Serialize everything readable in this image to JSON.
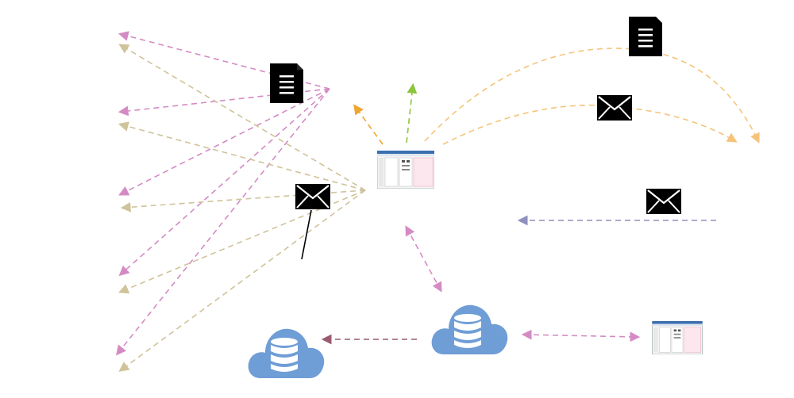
{
  "diagram": {
    "colors": {
      "pink": "#d48bc4",
      "tan": "#cfc39a",
      "orange": "#f5c47a",
      "orange_bright": "#f0a530",
      "green": "#8cc63f",
      "lavender": "#8f8fc0",
      "maroon": "#9a5b6e",
      "db_blue": "#6f9dd6",
      "black": "#000000"
    },
    "nodes": [
      {
        "id": "doc-left",
        "kind": "document-icon"
      },
      {
        "id": "doc-right",
        "kind": "document-icon"
      },
      {
        "id": "mail-left",
        "kind": "envelope-icon"
      },
      {
        "id": "mail-right-top",
        "kind": "envelope-icon"
      },
      {
        "id": "mail-right-mid",
        "kind": "envelope-icon"
      },
      {
        "id": "app-center",
        "kind": "app-window-icon"
      },
      {
        "id": "app-right",
        "kind": "app-window-icon"
      },
      {
        "id": "db-center",
        "kind": "database-cloud-icon"
      },
      {
        "id": "db-left",
        "kind": "database-cloud-icon"
      }
    ]
  }
}
